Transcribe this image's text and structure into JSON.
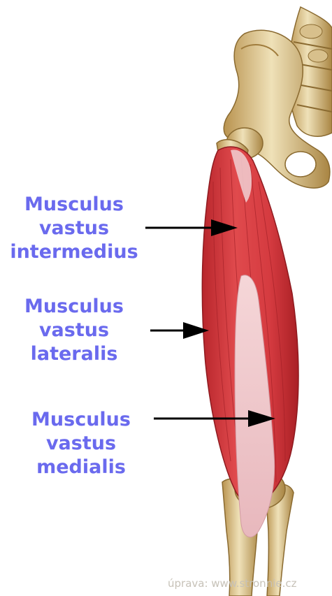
{
  "labels": {
    "intermedius": [
      "Musculus",
      "vastus",
      "intermedius"
    ],
    "lateralis": [
      "Musculus",
      "vastus",
      "lateralis"
    ],
    "medialis": [
      "Musculus",
      "vastus",
      "medialis"
    ]
  },
  "credit": "úprava: www.stronnie.cz",
  "colors": {
    "label": "#6a6aee",
    "muscle": "#d63a3e",
    "tendon": "#efc7cb",
    "bone": "#e8d6a6",
    "arrow": "#000000"
  }
}
